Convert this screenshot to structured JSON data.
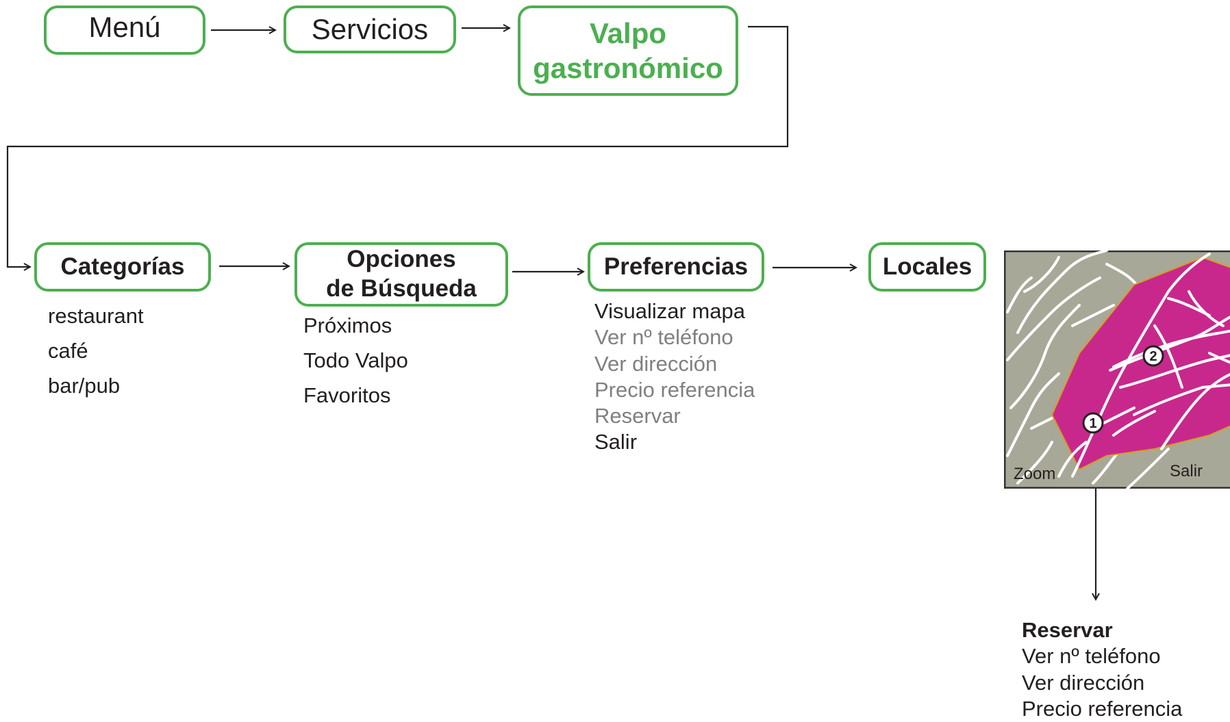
{
  "nodes": {
    "menu": "Menú",
    "servicios": "Servicios",
    "valpo_line1": "Valpo",
    "valpo_line2": "gastronómico",
    "categorias": "Categorías",
    "opciones_line1": "Opciones",
    "opciones_line2": "de Búsqueda",
    "preferencias": "Preferencias",
    "locales": "Locales"
  },
  "categorias_items": [
    "restaurant",
    "café",
    "bar/pub"
  ],
  "opciones_items": [
    "Próximos",
    "Todo Valpo",
    "Favoritos"
  ],
  "preferencias_items": [
    {
      "label": "Visualizar mapa",
      "muted": false
    },
    {
      "label": "Ver nº teléfono",
      "muted": true
    },
    {
      "label": "Ver dirección",
      "muted": true
    },
    {
      "label": "Precio referencia",
      "muted": true
    },
    {
      "label": "Reservar",
      "muted": true
    },
    {
      "label": "Salir",
      "muted": false
    }
  ],
  "map": {
    "marker_1": "1",
    "marker_2": "2",
    "zoom_label": "Zoom",
    "exit_label": "Salir"
  },
  "local_actions": {
    "title": "Reservar",
    "items": [
      "Ver nº teléfono",
      "Ver dirección",
      "Precio referencia"
    ]
  },
  "colors": {
    "accent_green": "#4caf50",
    "map_background": "#a8a898",
    "map_zone": "#c8288c",
    "muted_text": "#808080"
  }
}
